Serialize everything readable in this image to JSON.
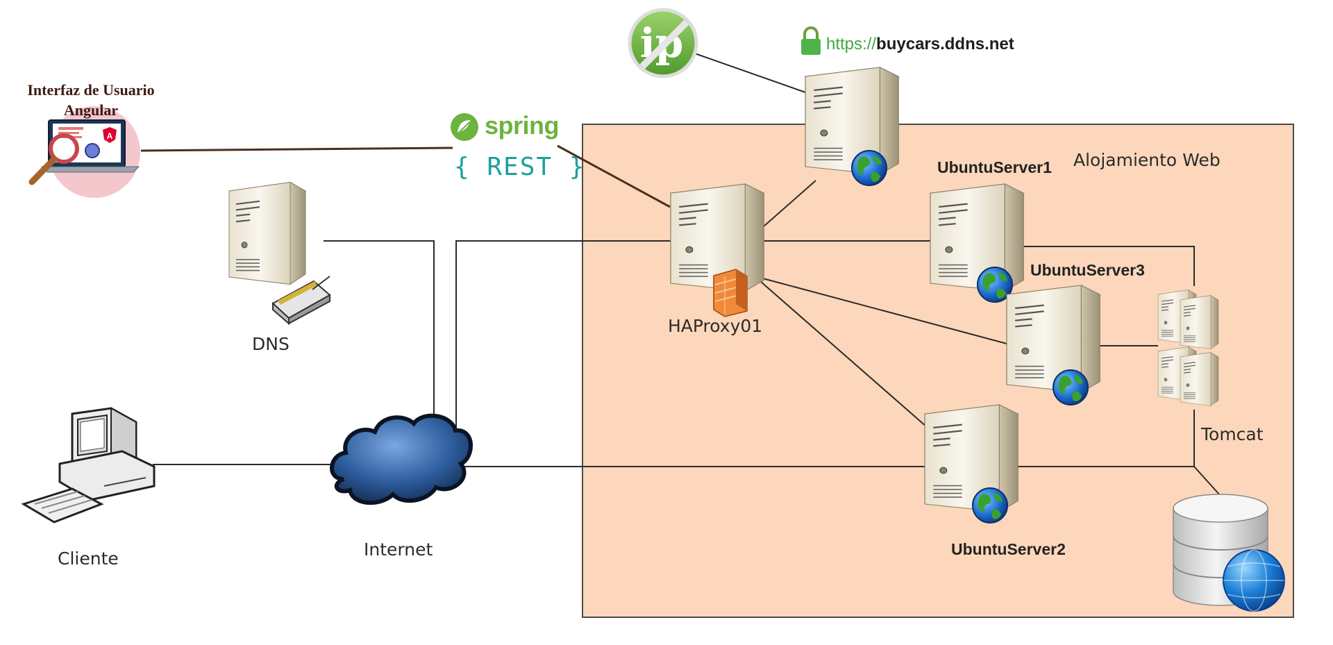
{
  "hosting": {
    "label": "Alojamiento Web"
  },
  "nodes": {
    "ui": {
      "title": "Interfaz de Usuario\nAngular"
    },
    "dns": {
      "label": "DNS"
    },
    "client": {
      "label": "Cliente"
    },
    "internet": {
      "label": "Internet"
    },
    "haproxy": {
      "label": "HAProxy01"
    },
    "server1": {
      "label": "UbuntuServer1"
    },
    "server2": {
      "label": "UbuntuServer2"
    },
    "server3": {
      "label": "UbuntuServer3"
    },
    "tomcat": {
      "label": "Tomcat"
    }
  },
  "spring": {
    "word": "spring",
    "rest": "{ REST }"
  },
  "url": {
    "scheme": "https://",
    "host": "buycars.ddns.net"
  },
  "ip_logo": {
    "text": "ip"
  },
  "angular_badge": {
    "text": "A"
  },
  "colors": {
    "hosting_fill": "#fdd7bb",
    "hosting_border": "#4a4a4a",
    "spring_green": "#6db33f",
    "rest_teal": "#1aa19b",
    "https_green": "#3fa83f",
    "link_brown": "#4a2e1e"
  },
  "icons": [
    "server-icon",
    "firewall-icon",
    "globe-icon",
    "cloud-icon",
    "desktop-computer-icon",
    "database-icon",
    "laptop-icon",
    "magnifier-icon",
    "lock-icon",
    "ip-logo-icon",
    "spring-leaf-icon"
  ]
}
